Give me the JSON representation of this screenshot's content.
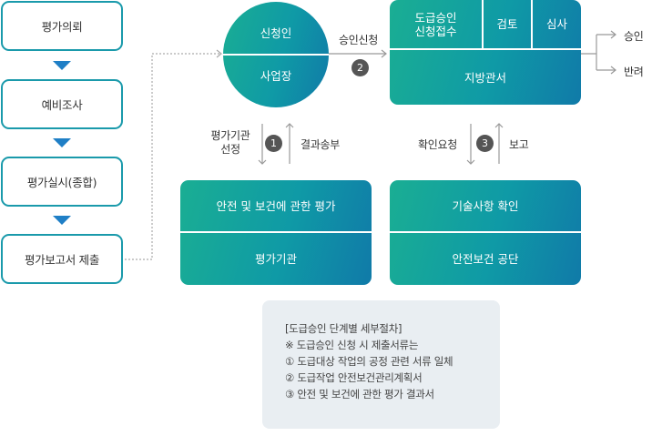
{
  "steps": [
    "평가의뢰",
    "예비조사",
    "평가실시(종합)",
    "평가보고서 제출"
  ],
  "applicant": {
    "top": "신청인",
    "bottom": "사업장"
  },
  "regional_office": {
    "reception": "도급승인\n신청접수",
    "review": "검토",
    "inspection": "심사",
    "name": "지방관서"
  },
  "eval_org": {
    "top": "안전 및 보건에 관한 평가",
    "bottom": "평가기관"
  },
  "kosha": {
    "top": "기술사항 확인",
    "bottom": "안전보건 공단"
  },
  "links": {
    "apply": "승인신청",
    "apply_num": "2",
    "select": "평가기관\n선정",
    "select_num": "1",
    "send_result": "결과송부",
    "request": "확인요청",
    "request_num": "3",
    "report": "보고"
  },
  "outcomes": {
    "approve": "승인",
    "reject": "반려"
  },
  "note": {
    "title": "[도급승인 단계별 세부절차]",
    "subtitle": "※ 도급승인 신청 시 제출서류는",
    "items": [
      "① 도급대상 작업의 공정 관련 서류 일체",
      "② 도급작업 안전보건관리계획서",
      "③ 안전 및 보건에 관한 평가 결과서"
    ]
  },
  "colors": {
    "teal": "#0f9aa6",
    "green": "#1aae93",
    "border": "#1a9aab",
    "arrow_blue": "#1f7fc6"
  }
}
